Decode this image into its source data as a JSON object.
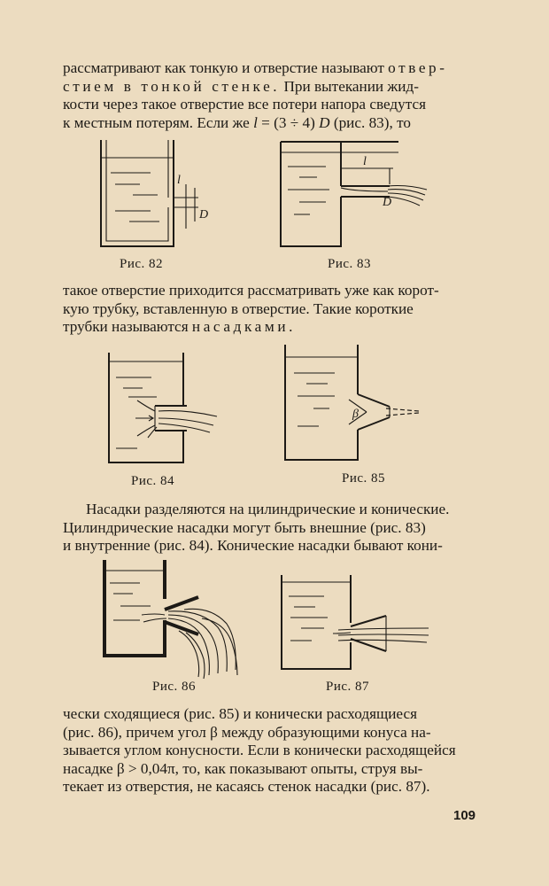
{
  "paragraphs": {
    "p1": {
      "l1a": "рассматривают как тонкую и отверстие называют ",
      "l1b": "отвер-",
      "l2a": "стием в тонкой стенке.",
      "l2b": " При вытекании жид-",
      "l3": "кости через такое отверстие все потери напора сведутся",
      "l4a": "к местным потерям. Если же ",
      "l4b": "l",
      "l4c": " = (3 ÷ 4) ",
      "l4d": "D",
      "l4e": " (рис. 83), то"
    },
    "p2": {
      "l1": "такое отверстие приходится рассматривать уже как корот-",
      "l2": "кую трубку, вставленную в отверстие. Такие короткие",
      "l3a": "трубки называются ",
      "l3b": "насадками."
    },
    "p3": {
      "l1": "Насадки разделяются на цилиндрические и конические.",
      "l2": "Цилиндрические насадки могут быть внешние (рис. 83)",
      "l3": "и внутренние (рис. 84). Конические насадки бывают кони-"
    },
    "p4": {
      "l1": "чески сходящиеся (рис. 85) и конически расходящиеся",
      "l2": "(рис. 86), причем угол β между образующими конуса на-",
      "l3": "зывается углом конусности. Если в конически расходящейся",
      "l4": "насадке β > 0,04π, то, как показывают опыты, струя вы-",
      "l5": "текает из отверстия, не касаясь стенок насадки (рис. 87)."
    }
  },
  "figures": {
    "fig82": {
      "caption": "Рис. 82",
      "label_l": "l",
      "label_d": "D"
    },
    "fig83": {
      "caption": "Рис. 83",
      "label_l": "l",
      "label_d": "D"
    },
    "fig84": {
      "caption": "Рис. 84"
    },
    "fig85": {
      "caption": "Рис. 85",
      "label_beta": "β"
    },
    "fig86": {
      "caption": "Рис. 86"
    },
    "fig87": {
      "caption": "Рис. 87"
    }
  },
  "page_number": "109"
}
